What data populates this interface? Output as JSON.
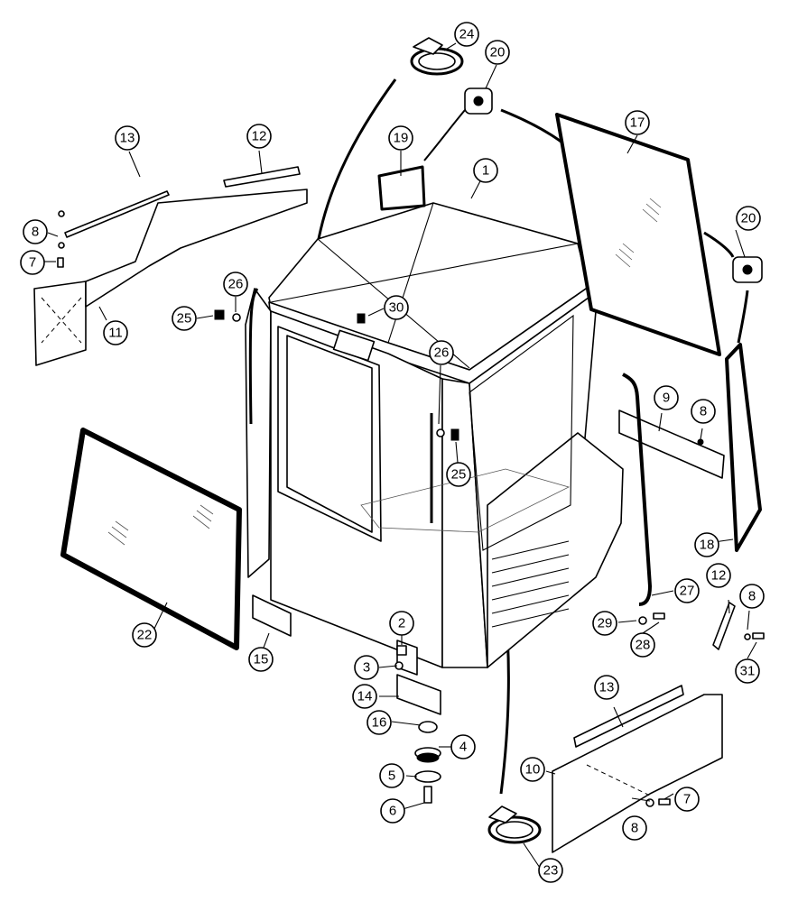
{
  "diagram": {
    "callouts": [
      "1",
      "2",
      "3",
      "4",
      "5",
      "6",
      "7",
      "7",
      "8",
      "8",
      "8",
      "8",
      "9",
      "10",
      "11",
      "12",
      "12",
      "13",
      "13",
      "14",
      "15",
      "16",
      "17",
      "18",
      "19",
      "20",
      "20",
      "22",
      "23",
      "24",
      "25",
      "25",
      "26",
      "26",
      "27",
      "28",
      "29",
      "30",
      "31"
    ]
  },
  "colors": {
    "line": "#000000",
    "background": "#ffffff"
  }
}
